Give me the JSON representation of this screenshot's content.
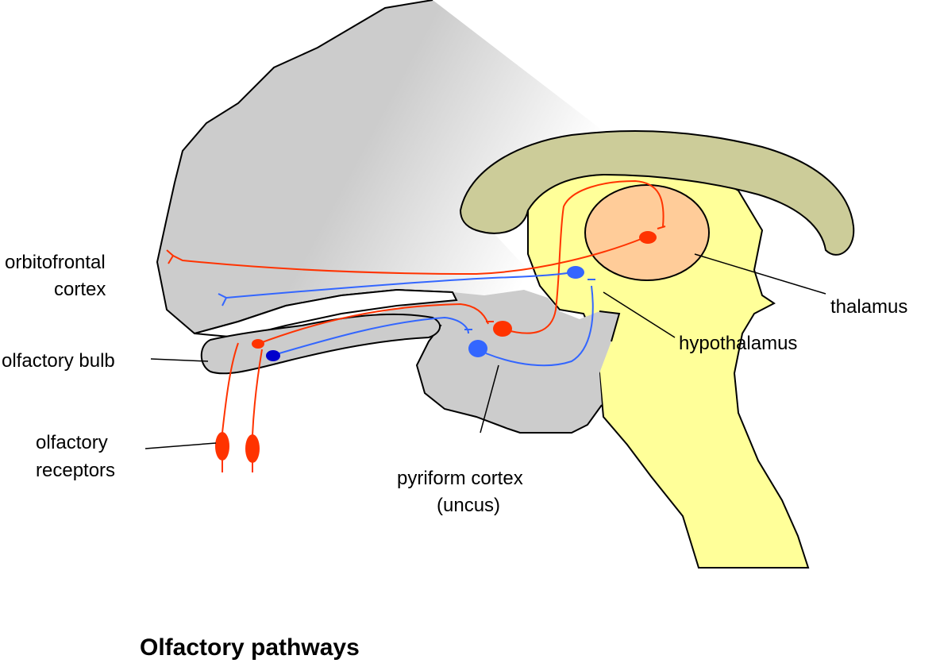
{
  "caption": "Olfactory pathways",
  "labels": {
    "orbitofrontal_line1": "orbitofrontal",
    "orbitofrontal_line2": "cortex",
    "olfactory_bulb": "olfactory bulb",
    "receptors_line1": "olfactory",
    "receptors_line2": "receptors",
    "pyriform_line1": "pyriform cortex",
    "pyriform_line2": "(uncus)",
    "thalamus": "thalamus",
    "hypothalamus": "hypothalamus"
  },
  "colors": {
    "cortex_gray": "#cccccc",
    "corpus_callosum": "#cccc99",
    "brainstem_yellow": "#ffff99",
    "thalamus_orange": "#ffcc99",
    "pathway_red": "#ff3300",
    "pathway_blue": "#3366ff",
    "bulb_neuron_blue": "#0000cc"
  }
}
